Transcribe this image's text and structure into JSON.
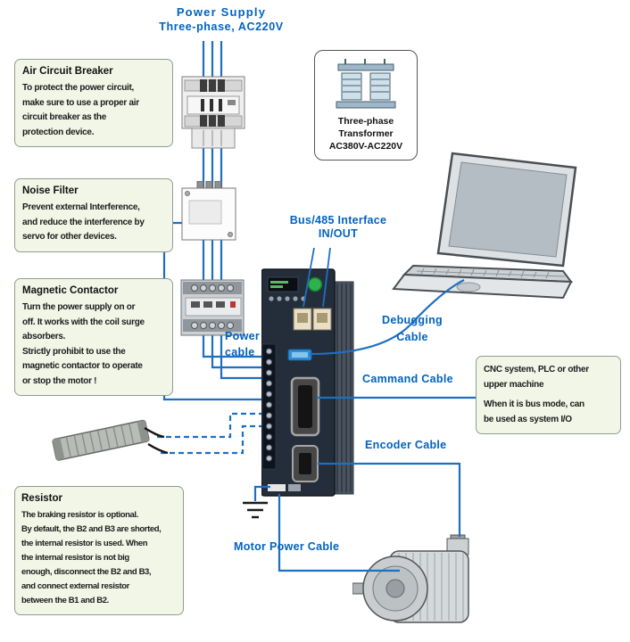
{
  "colors": {
    "label_blue": "#0063c0",
    "wire_blue": "#1f6fc0",
    "callout_bg": "#f1f6e7",
    "callout_border": "#8f9e8f",
    "servo_body": "#242e3b",
    "green_button": "#2fb14d"
  },
  "title": {
    "line1": "Power Supply",
    "line2": "Three-phase, AC220V"
  },
  "callouts": {
    "breaker": {
      "title": "Air Circuit Breaker",
      "lines": [
        "To protect the power circuit,",
        "make sure to use a proper air",
        "circuit breaker as the",
        "protection device."
      ]
    },
    "filter": {
      "title": "Noise Filter",
      "lines": [
        "Prevent external Interference,",
        "and reduce the interference by",
        "servo for other devices."
      ]
    },
    "contactor": {
      "title": "Magnetic Contactor",
      "lines": [
        "Turn the power supply on or",
        "off. It works with the coil surge",
        "absorbers.",
        "Strictly prohibit to use the",
        "magnetic contactor to operate",
        "or stop the motor !"
      ]
    },
    "resistor": {
      "title": "Resistor",
      "lines": [
        "The braking resistor is optional.",
        "By default, the B2 and B3 are shorted,",
        "the internal resistor is used. When",
        "the internal resistor is not big",
        "enough, disconnect the B2 and B3,",
        "and connect external resistor",
        "between the B1 and B2."
      ]
    },
    "cnc": {
      "lines": [
        "CNC system, PLC or other",
        "upper machine",
        "When it is bus mode, can",
        "be used as system I/O"
      ]
    }
  },
  "transformer": {
    "line1": "Three-phase",
    "line2": "Transformer",
    "line3": "AC380V-AC220V"
  },
  "cable_labels": {
    "bus": {
      "line1": "Bus/485 Interface",
      "line2": "IN/OUT"
    },
    "debugging": {
      "line1": "Debugging",
      "line2": "Cable"
    },
    "power": {
      "line1": "Power",
      "line2": "cable"
    },
    "command": "Cammand Cable",
    "encoder": "Encoder Cable",
    "motor_power": "Motor Power Cable"
  }
}
